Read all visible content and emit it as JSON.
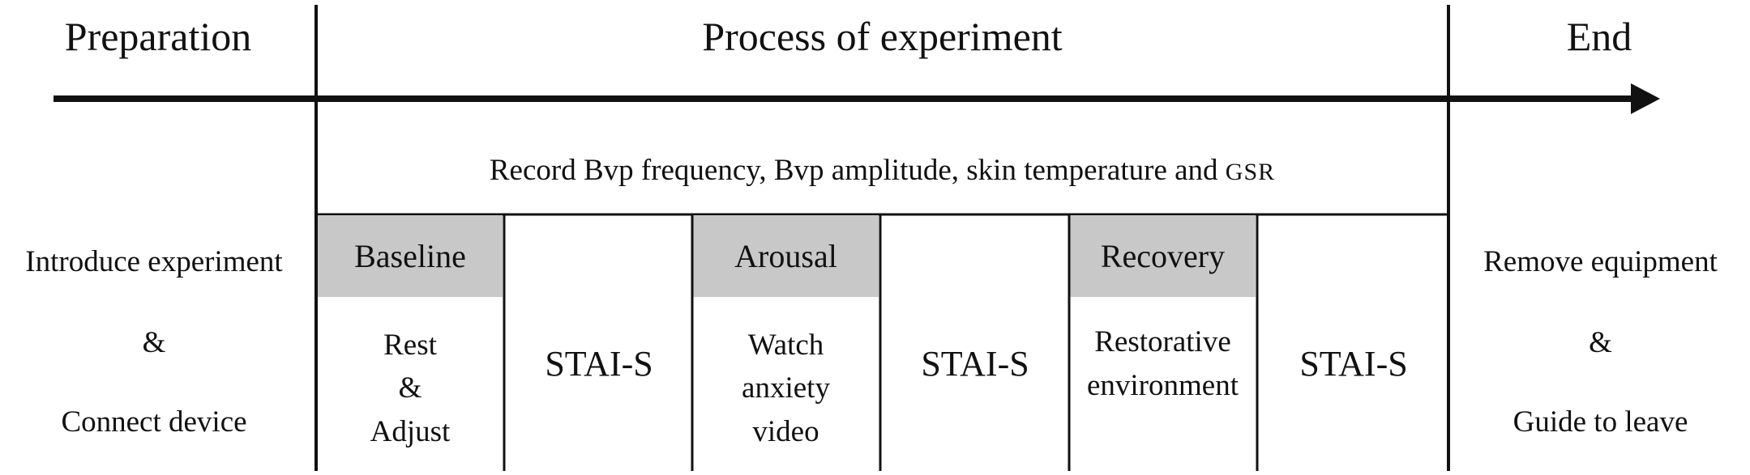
{
  "sections": {
    "preparation": "Preparation",
    "process": "Process of experiment",
    "end": "End"
  },
  "record": {
    "text": "Record Bvp frequency, Bvp amplitude, skin temperature and",
    "gsr": "GSR"
  },
  "left_column": {
    "line1": "Introduce experiment",
    "line2": "&",
    "line3": "Connect device"
  },
  "right_column": {
    "line1": "Remove equipment",
    "line2": "&",
    "line3": "Guide to leave"
  },
  "phases": {
    "baseline": {
      "label": "Baseline",
      "line1": "Rest",
      "line2": "&",
      "line3": "Adjust"
    },
    "stai1": "STAI-S",
    "arousal": {
      "label": "Arousal",
      "line1": "Watch",
      "line2": "anxiety",
      "line3": "video"
    },
    "stai2": "STAI-S",
    "recovery": {
      "label": "Recovery",
      "line1": "Restorative",
      "line2": "environment"
    },
    "stai3": "STAI-S"
  },
  "colors": {
    "line": "#111111",
    "phase_header_fill": "#c8c8c8"
  }
}
